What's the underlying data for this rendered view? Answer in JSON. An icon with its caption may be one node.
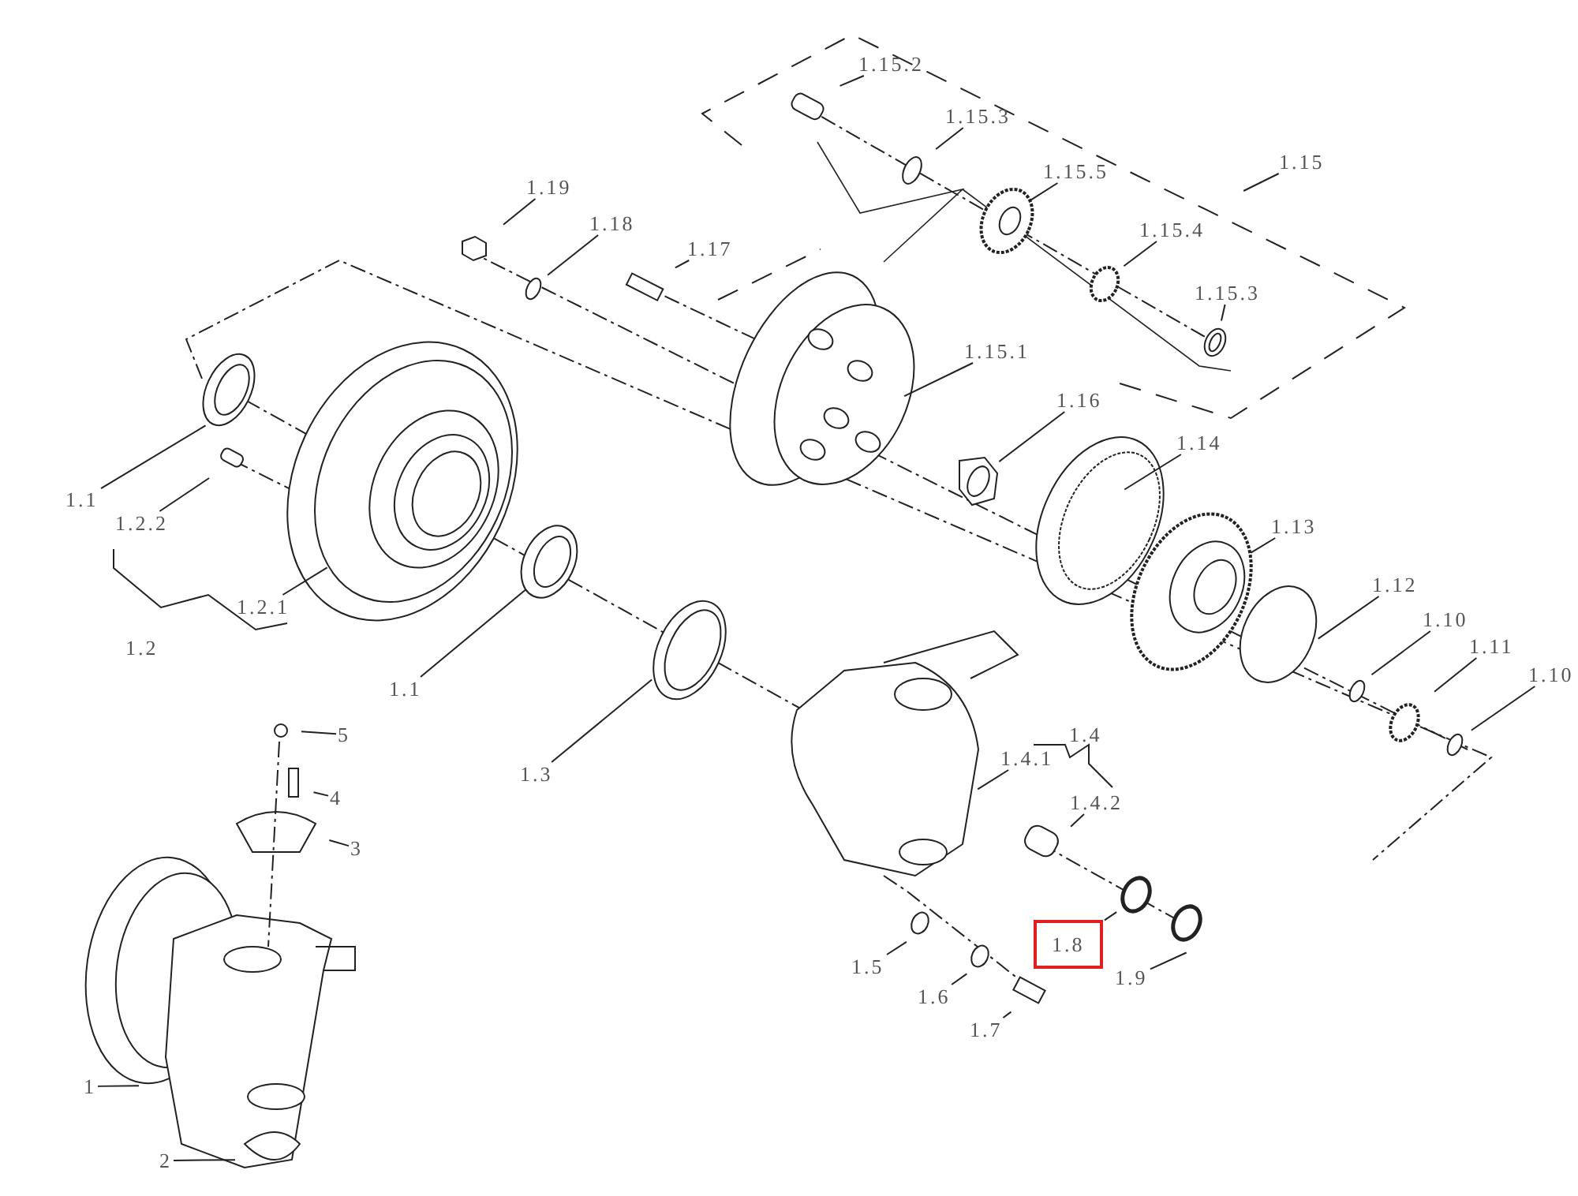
{
  "diagram": {
    "nodes": [
      {
        "text": [
          "1.15.2"
        ]
      },
      {
        "text": [
          "1.15.3"
        ]
      },
      {
        "text": [
          "1.15.5"
        ]
      },
      {
        "text": [
          "1.15"
        ]
      },
      {
        "text": [
          "1.19"
        ]
      },
      {
        "text": [
          "1.18"
        ]
      },
      {
        "text": [
          "1.15.4"
        ]
      },
      {
        "text": [
          "1.17"
        ]
      },
      {
        "text": [
          "1.15.3"
        ]
      },
      {
        "text": [
          "1.15.1"
        ]
      },
      {
        "text": [
          "1.16"
        ]
      },
      {
        "text": [
          "1.1"
        ]
      },
      {
        "text": [
          "1.2.2"
        ]
      },
      {
        "text": [
          "1.14"
        ]
      },
      {
        "text": [
          "1.13"
        ]
      },
      {
        "text": [
          "1.2.1"
        ]
      },
      {
        "text": [
          "1.12"
        ]
      },
      {
        "text": [
          "1.1"
        ]
      },
      {
        "text": [
          "1.10"
        ]
      },
      {
        "text": [
          "1.11"
        ]
      },
      {
        "text": [
          "1.10"
        ]
      },
      {
        "text": [
          "1.3"
        ]
      },
      {
        "text": [
          "5"
        ]
      },
      {
        "text": [
          "1.4.1"
        ]
      },
      {
        "text": [
          "4"
        ]
      },
      {
        "text": [
          "1.4.2"
        ]
      },
      {
        "text": [
          "3"
        ]
      },
      {
        "text": [
          "1.8"
        ]
      },
      {
        "text": [
          "1.5"
        ]
      },
      {
        "text": [
          "1.6"
        ]
      },
      {
        "text": [
          "1.9"
        ]
      },
      {
        "text": [
          "1.7"
        ]
      },
      {
        "text": [
          "1"
        ]
      },
      {
        "text": [
          "2"
        ]
      }
    ],
    "edges": [
      {
        "from": 0,
        "to": null,
        "arrow": "none"
      },
      {
        "from": 1,
        "to": null,
        "arrow": "none"
      },
      {
        "from": 2,
        "to": null,
        "arrow": "none"
      },
      {
        "from": 3,
        "to": null,
        "arrow": "none"
      },
      {
        "from": 4,
        "to": null,
        "arrow": "none"
      },
      {
        "from": 5,
        "to": null,
        "arrow": "none"
      },
      {
        "from": 6,
        "to": null,
        "arrow": "none"
      },
      {
        "from": 7,
        "to": null,
        "arrow": "none"
      },
      {
        "from": 8,
        "to": null,
        "arrow": "none"
      },
      {
        "from": 9,
        "to": null,
        "arrow": "none"
      },
      {
        "from": 10,
        "to": null,
        "arrow": "none"
      },
      {
        "from": 11,
        "to": null,
        "arrow": "none"
      },
      {
        "from": 12,
        "to": null,
        "arrow": "none"
      },
      {
        "from": 13,
        "to": null,
        "arrow": "none"
      },
      {
        "from": 14,
        "to": null,
        "arrow": "none"
      },
      {
        "from": 15,
        "to": null,
        "arrow": "none"
      },
      {
        "from": 16,
        "to": null,
        "arrow": "none"
      },
      {
        "from": 17,
        "to": null,
        "arrow": "none"
      },
      {
        "from": 18,
        "to": null,
        "arrow": "none"
      },
      {
        "from": 19,
        "to": null,
        "arrow": "none"
      },
      {
        "from": 20,
        "to": null,
        "arrow": "none"
      },
      {
        "from": 21,
        "to": null,
        "arrow": "none"
      },
      {
        "from": 22,
        "to": null,
        "arrow": "none"
      },
      {
        "from": 23,
        "to": null,
        "arrow": "none"
      },
      {
        "from": 24,
        "to": null,
        "arrow": "none"
      },
      {
        "from": 25,
        "to": null,
        "arrow": "none"
      },
      {
        "from": 26,
        "to": null,
        "arrow": "none"
      },
      {
        "from": 27,
        "to": null,
        "arrow": "none"
      },
      {
        "from": 28,
        "to": null,
        "arrow": "none"
      },
      {
        "from": 29,
        "to": null,
        "arrow": "none"
      },
      {
        "from": 30,
        "to": null,
        "arrow": "none"
      },
      {
        "from": 31,
        "to": null,
        "arrow": "none"
      },
      {
        "from": 32,
        "to": null,
        "arrow": "none"
      },
      {
        "from": 33,
        "to": null,
        "arrow": "none"
      }
    ],
    "labels": [
      "1.2",
      "1.4"
    ]
  }
}
